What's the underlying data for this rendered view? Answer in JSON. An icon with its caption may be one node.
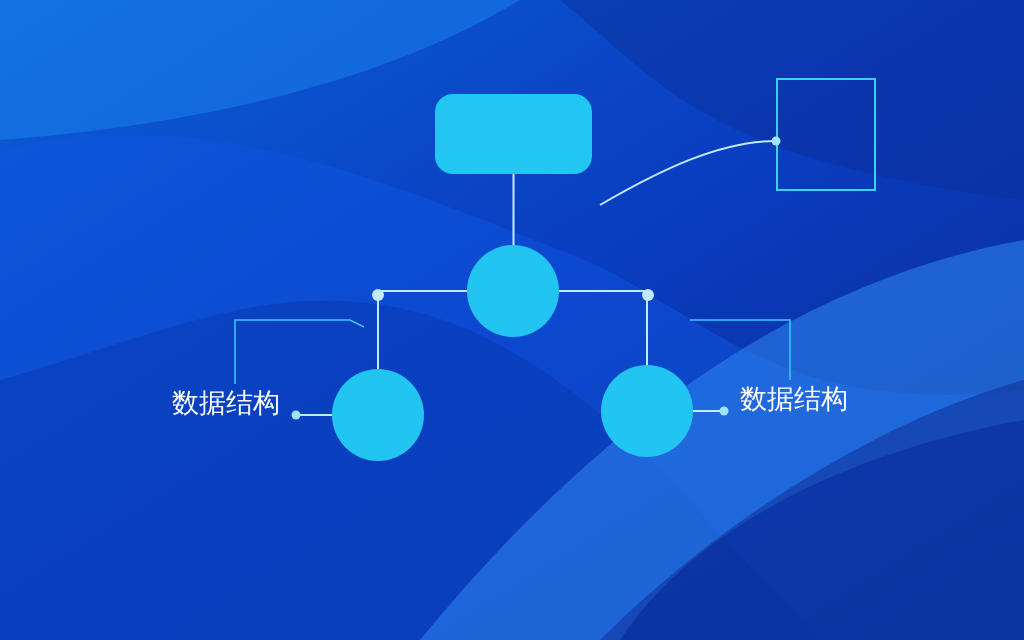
{
  "diagram": {
    "nodes": [
      {
        "text": [],
        "shape": "box"
      },
      {
        "text": [],
        "shape": "box"
      },
      {
        "text": [],
        "shape": "circle"
      },
      {
        "text": [
          "数据结构"
        ]
      },
      {
        "text": [],
        "shape": "circle"
      },
      {
        "text": [],
        "shape": "circle"
      },
      {
        "text": [
          "数据结构"
        ]
      }
    ],
    "edges": [
      {
        "from": 0,
        "to": 2,
        "arrow": "none"
      },
      {
        "from": 2,
        "to": 4,
        "arrow": "none"
      },
      {
        "from": 2,
        "to": 5,
        "arrow": "none"
      },
      {
        "from": 3,
        "to": 4,
        "arrow": "other"
      },
      {
        "from": 5,
        "to": 6,
        "arrow": "other"
      },
      {
        "from": null,
        "to": 1,
        "arrow": "other"
      }
    ]
  }
}
